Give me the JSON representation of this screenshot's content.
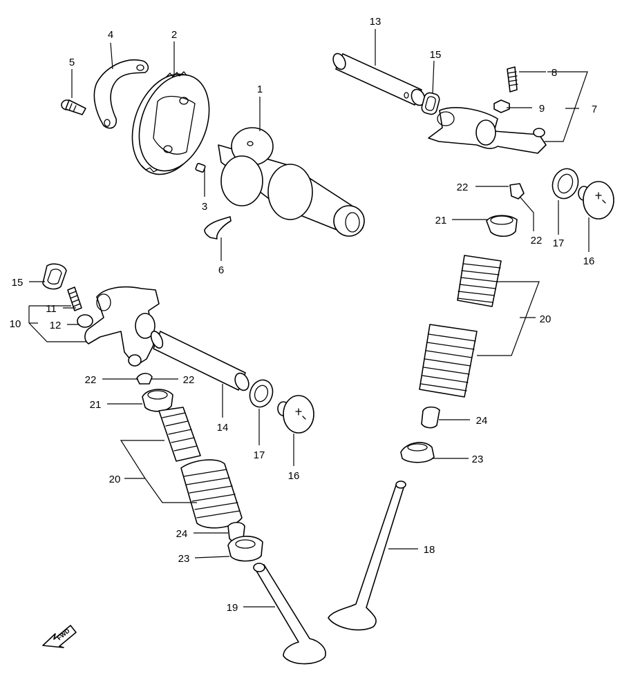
{
  "callouts": [
    {
      "id": "c1",
      "label": "1"
    },
    {
      "id": "c2",
      "label": "2"
    },
    {
      "id": "c3",
      "label": "3"
    },
    {
      "id": "c4",
      "label": "4"
    },
    {
      "id": "c5",
      "label": "5"
    },
    {
      "id": "c6",
      "label": "6"
    },
    {
      "id": "c7",
      "label": "7"
    },
    {
      "id": "c8",
      "label": "8"
    },
    {
      "id": "c9",
      "label": "9"
    },
    {
      "id": "c10",
      "label": "10"
    },
    {
      "id": "c11",
      "label": "11"
    },
    {
      "id": "c12",
      "label": "12"
    },
    {
      "id": "c13",
      "label": "13"
    },
    {
      "id": "c14",
      "label": "14"
    },
    {
      "id": "c15a",
      "label": "15"
    },
    {
      "id": "c15b",
      "label": "15"
    },
    {
      "id": "c16a",
      "label": "16"
    },
    {
      "id": "c16b",
      "label": "16"
    },
    {
      "id": "c17a",
      "label": "17"
    },
    {
      "id": "c17b",
      "label": "17"
    },
    {
      "id": "c18",
      "label": "18"
    },
    {
      "id": "c19",
      "label": "19"
    },
    {
      "id": "c20a",
      "label": "20"
    },
    {
      "id": "c20b",
      "label": "20"
    },
    {
      "id": "c21a",
      "label": "21"
    },
    {
      "id": "c21b",
      "label": "21"
    },
    {
      "id": "c22a",
      "label": "22"
    },
    {
      "id": "c22b",
      "label": "22"
    },
    {
      "id": "c22c",
      "label": "22"
    },
    {
      "id": "c22d",
      "label": "22"
    },
    {
      "id": "c23a",
      "label": "23"
    },
    {
      "id": "c23b",
      "label": "23"
    },
    {
      "id": "c24a",
      "label": "24"
    },
    {
      "id": "c24b",
      "label": "24"
    }
  ],
  "fwd_label": "FWD"
}
